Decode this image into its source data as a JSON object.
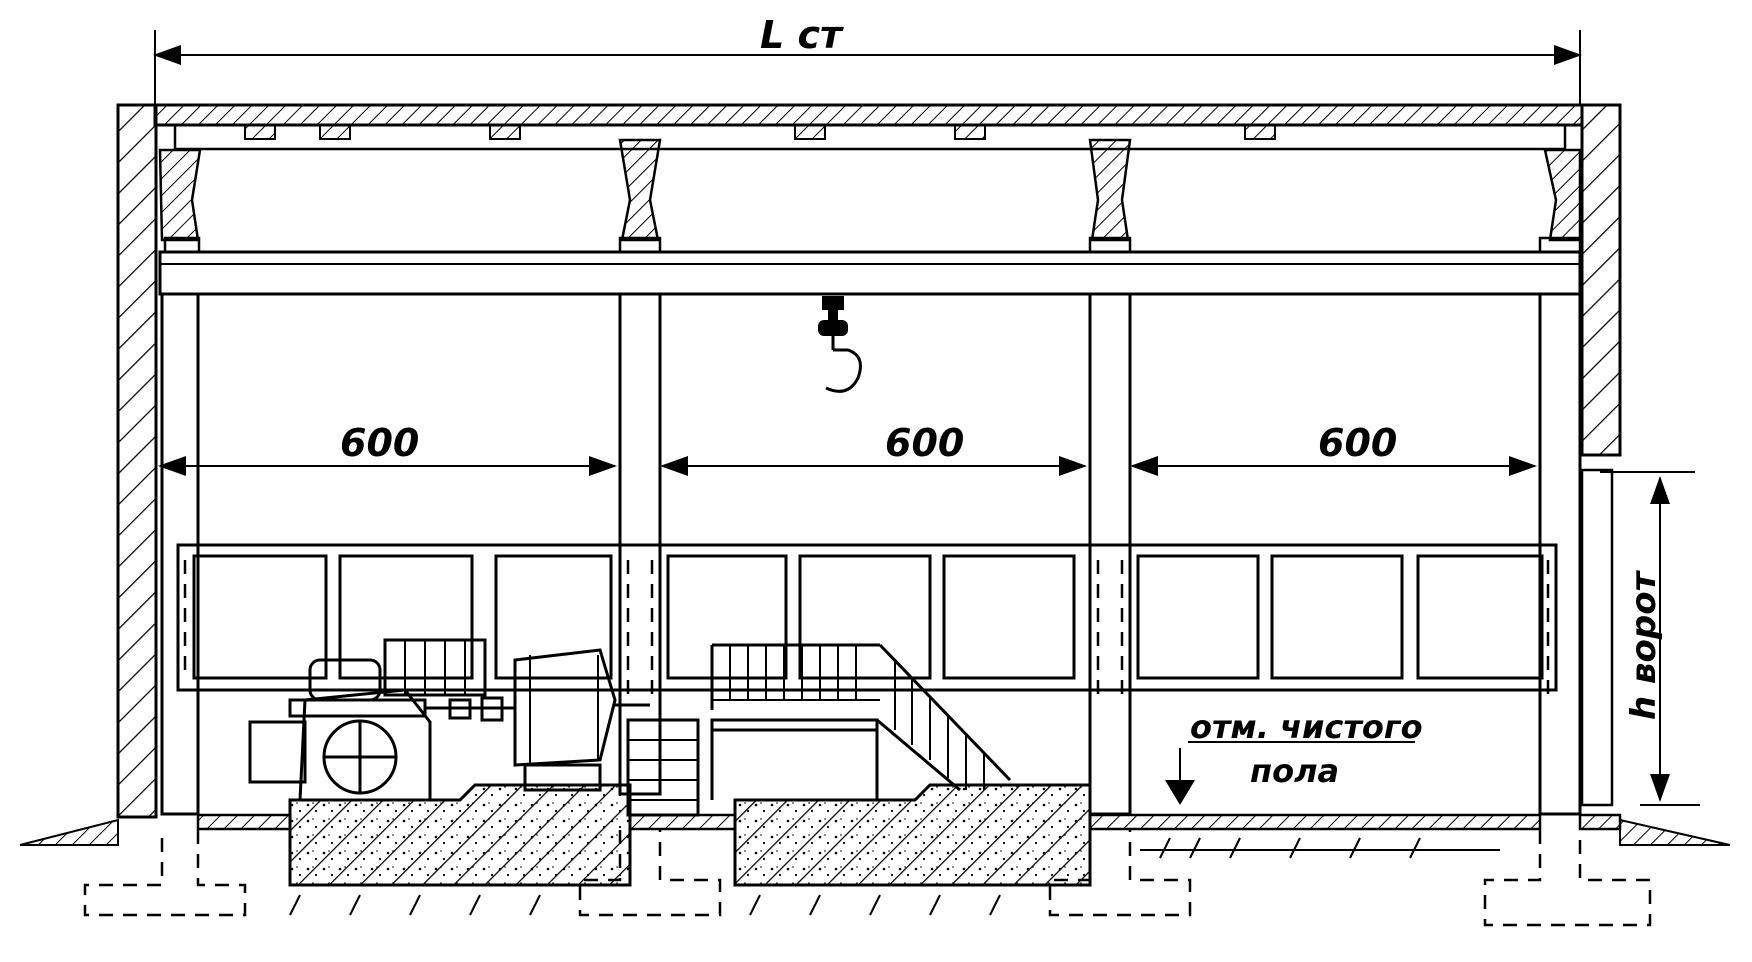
{
  "labels": {
    "overall_length": "L ст",
    "bay_1": "600",
    "bay_2": "600",
    "bay_3": "600",
    "gate_height": "h ворот",
    "floor_mark_line1": "отм. чистого",
    "floor_mark_line2": "пола"
  },
  "colors": {
    "ink": "#000000",
    "background": "#ffffff",
    "hatch": "#000000"
  },
  "icons": {
    "crane_hook": "crane-hook-icon",
    "floor_level_marker": "level-arrow-icon"
  }
}
